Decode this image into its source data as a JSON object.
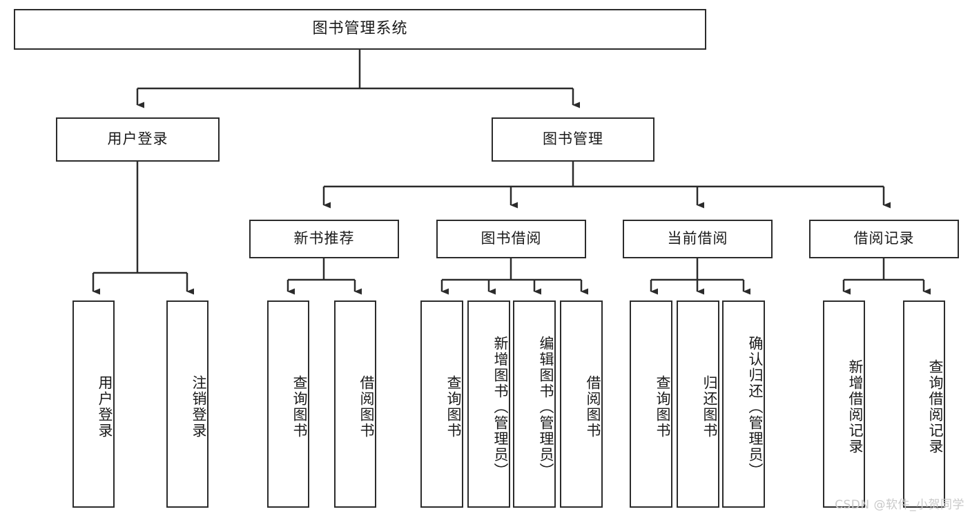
{
  "diagram": {
    "title": "图书管理系统",
    "watermark": "CSDN @软件_小贺同学",
    "colors": {
      "stroke": "#2b2b2b",
      "fill": "#ffffff",
      "text": "#1a1a1a",
      "watermark": "#c9c9c9"
    },
    "levels": {
      "root": {
        "label": "图书管理系统"
      },
      "level2": [
        {
          "label": "用户登录"
        },
        {
          "label": "图书管理"
        }
      ],
      "level3": [
        {
          "label": "新书推荐"
        },
        {
          "label": "图书借阅"
        },
        {
          "label": "当前借阅"
        },
        {
          "label": "借阅记录"
        }
      ],
      "leaves": [
        {
          "label": "用户登录",
          "parent": "用户登录"
        },
        {
          "label": "注销登录",
          "parent": "用户登录"
        },
        {
          "label": "查询图书",
          "parent": "新书推荐"
        },
        {
          "label": "借阅图书",
          "parent": "新书推荐"
        },
        {
          "label": "查询图书",
          "parent": "图书借阅"
        },
        {
          "label": "新增图书（管理员）",
          "parent": "图书借阅"
        },
        {
          "label": "编辑图书（管理员）",
          "parent": "图书借阅"
        },
        {
          "label": "借阅图书",
          "parent": "图书借阅"
        },
        {
          "label": "查询图书",
          "parent": "当前借阅"
        },
        {
          "label": "归还图书",
          "parent": "当前借阅"
        },
        {
          "label": "确认归还（管理员）",
          "parent": "当前借阅"
        },
        {
          "label": "新增借阅记录",
          "parent": "借阅记录"
        },
        {
          "label": "查询借阅记录",
          "parent": "借阅记录"
        }
      ]
    }
  }
}
